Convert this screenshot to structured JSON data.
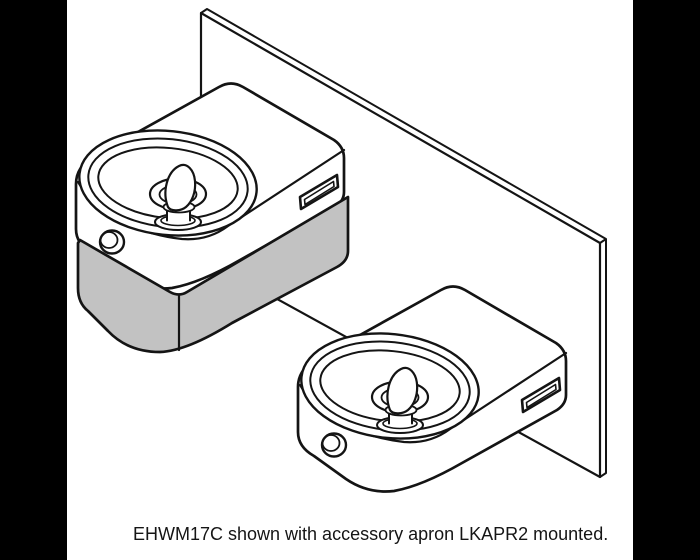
{
  "caption": "EHWM17C shown with accessory apron LKAPR2 mounted.",
  "model_number": "EHWM17C",
  "accessory_number": "LKAPR2",
  "colors": {
    "frame": "#000000",
    "paper": "#ffffff",
    "ink": "#141414",
    "apron": "#c2c2c2"
  }
}
